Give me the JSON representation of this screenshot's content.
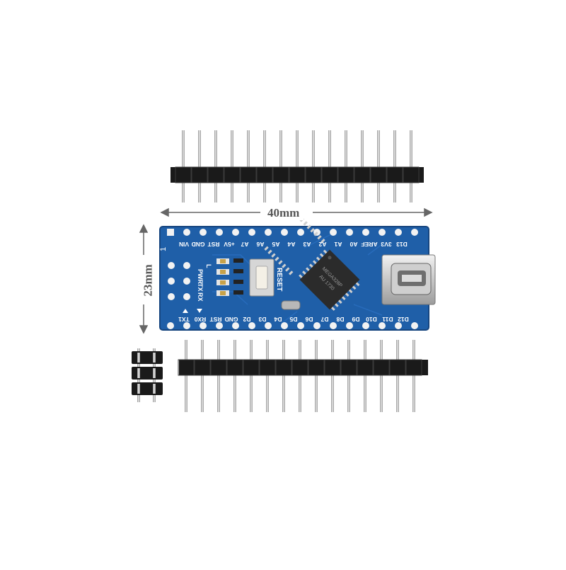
{
  "dimensions": {
    "width": "40mm",
    "height": "23mm"
  },
  "board": {
    "top_pin_labels": [
      "VIN",
      "GND",
      "RST",
      "+5V",
      "A7",
      "A6",
      "A5",
      "A4",
      "A3",
      "A2",
      "A1",
      "A0",
      "AREF",
      "3V3",
      "D13"
    ],
    "bottom_pin_labels": [
      "TX1",
      "RX0",
      "RST",
      "GND",
      "D2",
      "D3",
      "D4",
      "D5",
      "D6",
      "D7",
      "D8",
      "D9",
      "D10",
      "D11",
      "D12"
    ],
    "pin1_marker": "1",
    "led_labels": [
      "L",
      "PWR",
      "TX",
      "RX"
    ],
    "reset_label": "RESET",
    "chip_text": [
      "MEGA328P",
      "AU 1730"
    ],
    "colors": {
      "pcb": "#1f5fa8",
      "pins": "#c9c9c9",
      "header_plastic": "#1a1a1a"
    }
  }
}
